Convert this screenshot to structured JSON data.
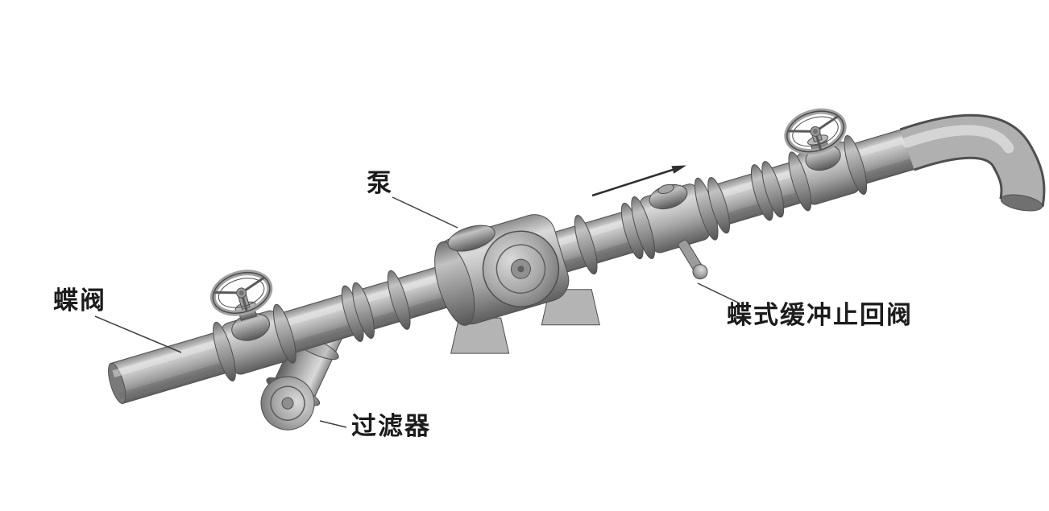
{
  "figure": {
    "kind": "pump-piping-assembly-illustration",
    "labels": {
      "butterfly_valve": "蝶阀",
      "pump": "泵",
      "strainer": "过滤器",
      "check_valve": "蝶式缓冲止回阀"
    },
    "flow_arrow": "up-right",
    "colors": {
      "outline": "#4f4f4f",
      "pipe_light": "#d9d9d9",
      "pipe_dark": "#5f5f5f",
      "label_text": "#1c1c1c",
      "background": "#ffffff"
    }
  }
}
